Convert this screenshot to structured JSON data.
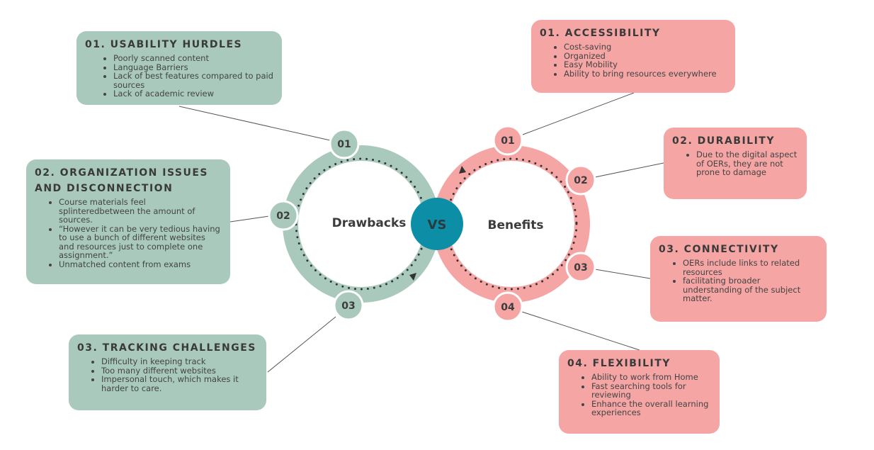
{
  "colors": {
    "drawbacks": "#a8c9bb",
    "benefits": "#f4a5a4",
    "vs": "#0b8ea6"
  },
  "center": {
    "drawbacks_label": "Drawbacks",
    "vs_label": "VS",
    "benefits_label": "Benefits"
  },
  "drawbacks": [
    {
      "num": "01",
      "title": "01. USABILITY HURDLES",
      "items": [
        "Poorly scanned content",
        "Language Barriers",
        "Lack of best features compared to paid sources",
        "Lack of academic review"
      ]
    },
    {
      "num": "02",
      "title": "02. ORGANIZATION ISSUES AND DISCONNECTION",
      "items": [
        "Course materials feel splinteredbetween the amount of sources.",
        "“However it can be very tedious having to use a bunch of different websites and resources just to complete one assignment.”",
        "Unmatched content from exams"
      ]
    },
    {
      "num": "03",
      "title": "03. TRACKING CHALLENGES",
      "items": [
        "Difficulty in keeping track",
        "Too many different websites",
        "Impersonal touch, which makes it harder to care."
      ]
    }
  ],
  "benefits": [
    {
      "num": "01",
      "title": "01. ACCESSIBILITY",
      "items": [
        "Cost-saving",
        "Organized",
        "Easy Mobility",
        "Ability to bring resources everywhere"
      ]
    },
    {
      "num": "02",
      "title": "02. DURABILITY",
      "items": [
        "Due to the digital aspect of OERs, they are not prone to damage"
      ]
    },
    {
      "num": "03",
      "title": "03. CONNECTIVITY",
      "items": [
        "OERs include links to related resources",
        "facilitating broader understanding of the subject matter."
      ]
    },
    {
      "num": "04",
      "title": "04. FLEXIBILITY",
      "items": [
        "Ability to work from Home",
        "Fast searching tools for reviewing",
        "Enhance the overall learning experiences"
      ]
    }
  ]
}
